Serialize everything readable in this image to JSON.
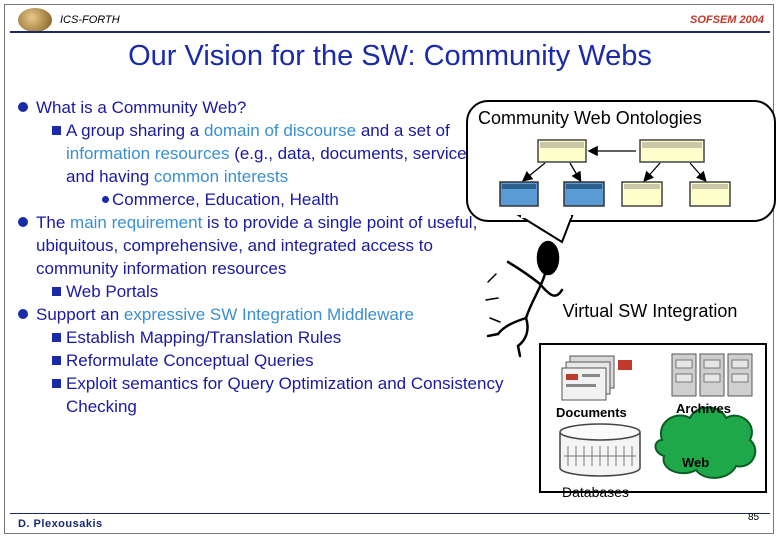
{
  "header": {
    "left": "ICS-FORTH",
    "right": "SOFSEM 2004"
  },
  "title": "Our Vision for the SW: Community Webs",
  "bullets": [
    {
      "text": "What is a Community Web?"
    },
    {
      "prefix": "A group sharing a ",
      "hl1": "domain of discourse",
      "mid": " and a set of ",
      "hl2": "information resources",
      "suffix": " (e.g., data, documents, services) and having ",
      "hl3": "common interests"
    },
    {
      "text": "Commerce, Education, Health"
    },
    {
      "prefix": "The ",
      "hl1": "main requirement",
      "suffix": " is to provide a  single point of useful, ubiquitous, comprehensive, and integrated access to community information resources"
    },
    {
      "text": "Web Portals"
    },
    {
      "prefix": "Support an ",
      "hl1": "expressive SW Integration Middleware"
    },
    {
      "text": "Establish Mapping/Translation Rules"
    },
    {
      "text": "Reformulate Conceptual Queries"
    },
    {
      "text": "Exploit semantics for Query Optimization and Consistency Checking"
    }
  ],
  "diagram": {
    "ontologies_title": "Community Web Ontologies",
    "integration_title": "Virtual SW Integration",
    "documents": "Documents",
    "archives": "Archives",
    "web": "Web",
    "databases": "Databases"
  },
  "footer": {
    "author": "D. Plexousakis",
    "page": "85"
  },
  "colors": {
    "title": "#1a2aa8",
    "highlight": "#3a8fd0",
    "accent": "#c0392b",
    "web_cloud": "#1fa84a"
  }
}
